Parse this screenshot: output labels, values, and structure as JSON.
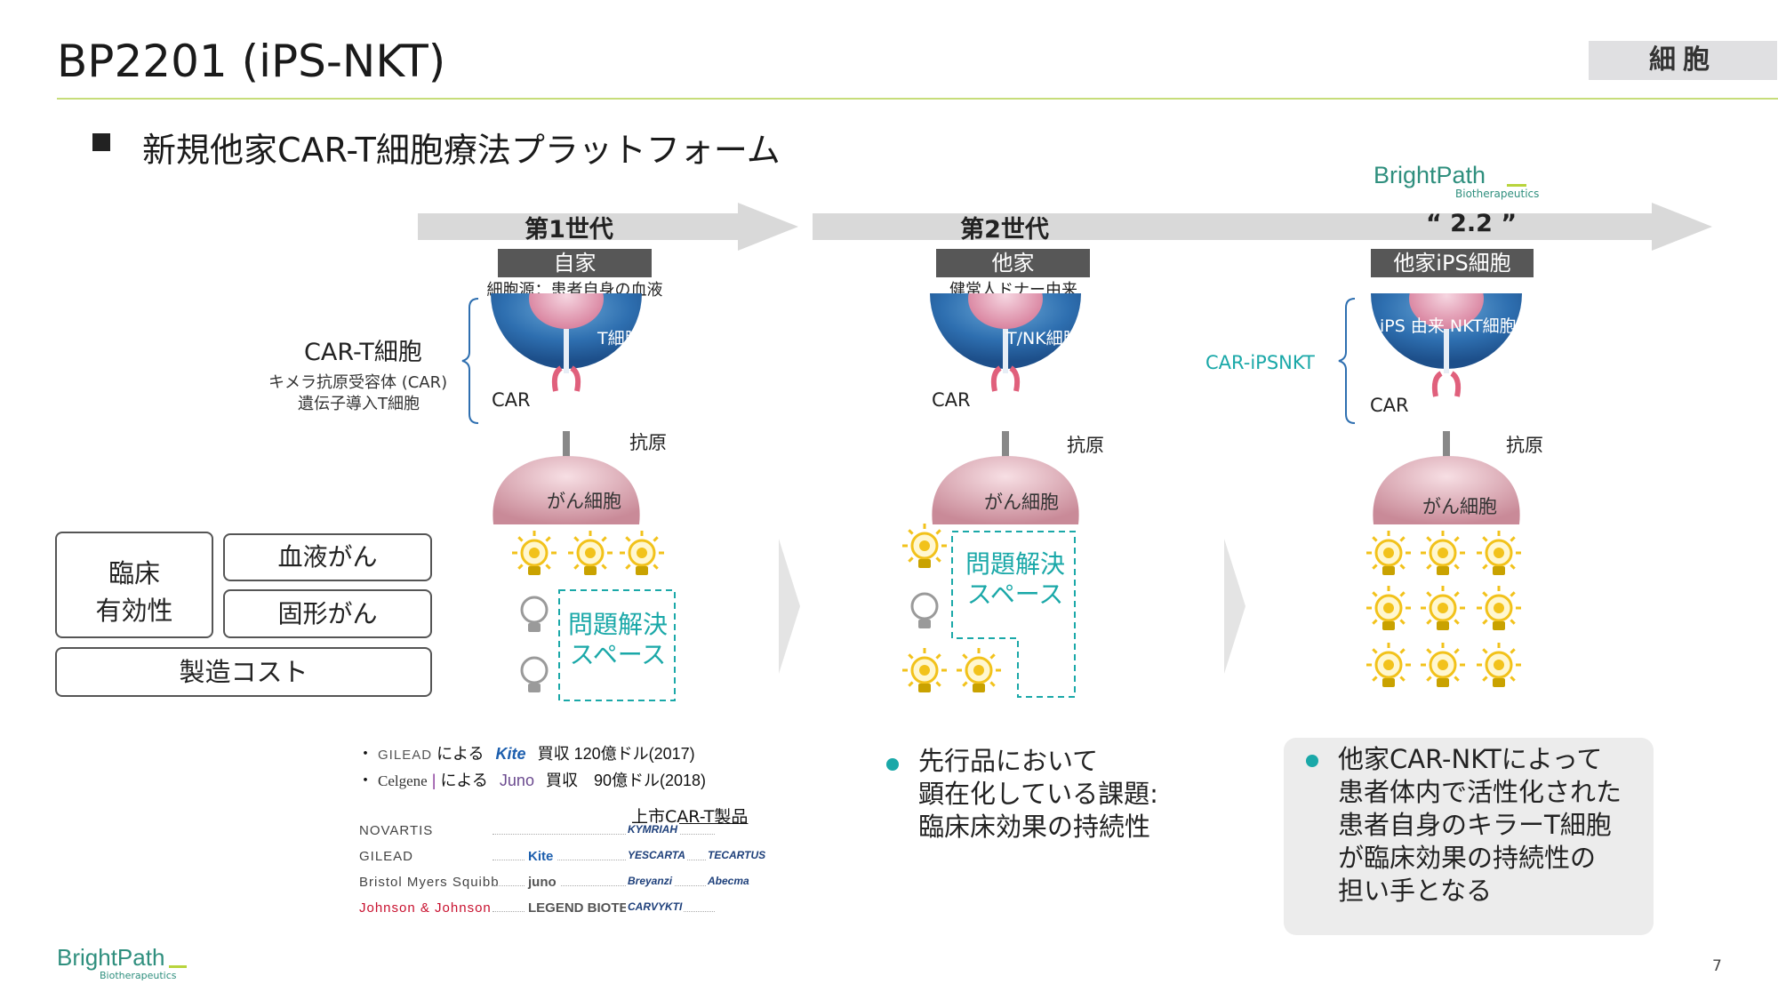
{
  "header": {
    "title": "BP2201 (iPS-NKT)",
    "category_tag": "細胞"
  },
  "subtitle": "新規他家CAR-T細胞療法プラットフォーム",
  "brand": {
    "name": "BrightPath",
    "sub": "Biotherapeutics"
  },
  "generations": [
    {
      "label": "第1世代",
      "source": "自家",
      "source_note": "細胞源：患者自身の血液",
      "cell_label": "T細胞"
    },
    {
      "label": "第2世代",
      "source": "他家",
      "source_note": "健常人ドナー由来",
      "cell_label": "T/NK細胞"
    },
    {
      "label": "“ 2.2 ”",
      "source": "他家iPS細胞",
      "source_note": "",
      "cell_label": "iPS 由来 NKT細胞"
    }
  ],
  "diagram_labels": {
    "car": "CAR",
    "antigen": "抗原",
    "cancer_cell": "がん細胞",
    "car_t_title": "CAR-T細胞",
    "car_t_desc_1": "キメラ抗原受容体 (CAR)",
    "car_t_desc_2": "遺伝子導入T細胞",
    "car_ipsnkt": "CAR-iPSNKT"
  },
  "criteria": {
    "clinical_efficacy_1": "臨床",
    "clinical_efficacy_2": "有効性",
    "blood_cancer": "血液がん",
    "solid_cancer": "固形がん",
    "manufacturing_cost": "製造コスト"
  },
  "problem_space": {
    "line1": "問題解決",
    "line2": "スペース"
  },
  "acquisitions": {
    "line1_company": "GILEAD",
    "line1_mid": "による",
    "line1_target": "Kite",
    "line1_text": "買収 120億ドル(2017)",
    "line2_company": "Celgene",
    "line2_mid": "による",
    "line2_target": "Juno",
    "line2_text": "買収　90億ドル(2018)"
  },
  "marketed_products": {
    "heading": "上市CAR-T製品",
    "rows": [
      {
        "company": "NOVARTIS",
        "partner": "",
        "products": [
          "KYMRIAH"
        ]
      },
      {
        "company": "GILEAD",
        "partner": "Kite",
        "products": [
          "YESCARTA",
          "TECARTUS"
        ]
      },
      {
        "company": "Bristol Myers Squibb",
        "partner": "juno",
        "products": [
          "Breyanzi",
          "Abecma"
        ]
      },
      {
        "company": "Johnson & Johnson",
        "partner": "LEGEND BIOTECH",
        "products": [
          "CARVYKTI"
        ]
      }
    ]
  },
  "gen2_bullet": {
    "line1": "先行品において",
    "line2": "顕在化している課題:",
    "line3": "臨床床効果の持続性"
  },
  "gen3_bullet": {
    "line1": "他家CAR-NKTによって",
    "line2": "患者体内で活性化された",
    "line3": "患者自身のキラーT細胞",
    "line4": "が臨床効果の持続性の",
    "line5": "担い手となる"
  },
  "page_number": "7",
  "colors": {
    "accent_teal": "#1aa8a8",
    "rule_green": "#c7dd7a",
    "bulb_yellow": "#f2c21b"
  }
}
